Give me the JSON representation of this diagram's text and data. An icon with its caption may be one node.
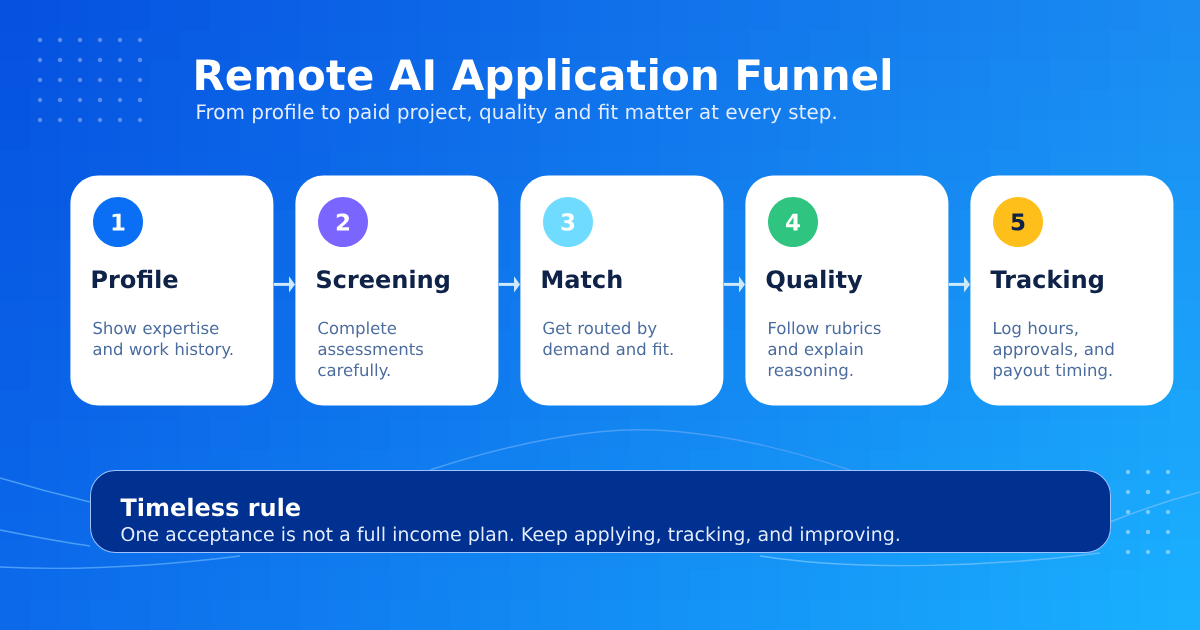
{
  "diagram": {
    "title": "Remote AI Application Funnel",
    "nodes": [
      {
        "text": [
          "Profile",
          "Show expertise and work history."
        ]
      },
      {
        "text": [
          "1"
        ],
        "in": 0
      },
      {
        "text": [
          "Screening",
          "Complete assessments carefully."
        ]
      },
      {
        "text": [
          "2"
        ],
        "in": 2
      },
      {
        "text": [
          "Match",
          "Get routed by demand and fit."
        ]
      },
      {
        "text": [
          "3"
        ],
        "in": 4
      },
      {
        "text": [
          "Quality",
          "Follow rubrics and explain reasoning."
        ]
      },
      {
        "text": [
          "4"
        ],
        "in": 6
      },
      {
        "text": [
          "Tracking",
          "Log hours, approvals, and payout timing."
        ]
      },
      {
        "text": [
          "5"
        ],
        "in": 8
      },
      {
        "text": [
          "Timeless rule",
          "One acceptance is not a full income plan. Keep applying, tracking, and improving."
        ]
      }
    ],
    "edges": [
      {
        "from": 0,
        "to": 2,
        "arrow": "to"
      },
      {
        "from": 2,
        "to": 4,
        "arrow": "to"
      },
      {
        "from": 4,
        "to": 6,
        "arrow": "to"
      },
      {
        "from": 6,
        "to": 8,
        "arrow": "to"
      }
    ],
    "labels": [
      "From profile to paid project, quality and fit matter at every step."
    ]
  }
}
